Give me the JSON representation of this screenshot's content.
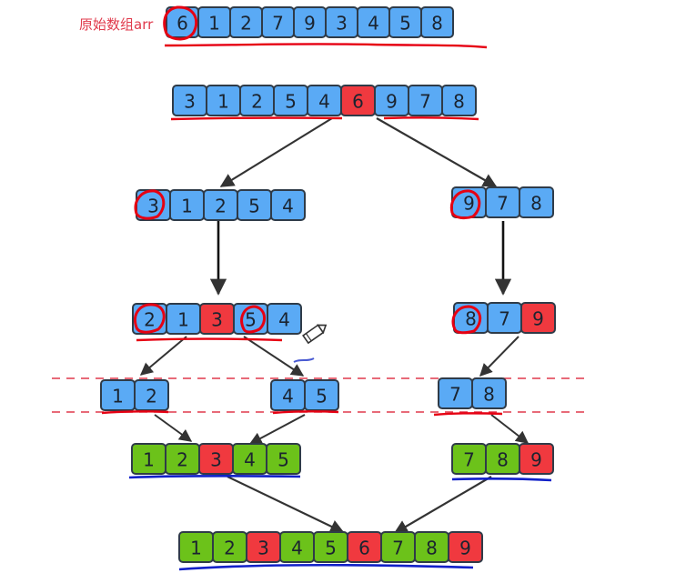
{
  "colors": {
    "blue": "#5aaaf5",
    "red": "#f0393f",
    "green": "#6cc21a",
    "ink": "#2f3b48",
    "marker_red": "#e60012",
    "marker_blue": "#1020c8",
    "dashed": "#e0394b",
    "label": "#e0394b"
  },
  "title": "原始数组arr",
  "arrays": [
    {
      "name": "original",
      "values": [
        "6",
        "1",
        "2",
        "7",
        "9",
        "3",
        "4",
        "5",
        "8"
      ],
      "colors": [
        "blue",
        "blue",
        "blue",
        "blue",
        "blue",
        "blue",
        "blue",
        "blue",
        "blue"
      ]
    },
    {
      "name": "level1",
      "values": [
        "3",
        "1",
        "2",
        "5",
        "4",
        "6",
        "9",
        "7",
        "8"
      ],
      "colors": [
        "blue",
        "blue",
        "blue",
        "blue",
        "blue",
        "red",
        "blue",
        "blue",
        "blue"
      ]
    },
    {
      "name": "left-level2",
      "values": [
        "3",
        "1",
        "2",
        "5",
        "4"
      ],
      "colors": [
        "blue",
        "blue",
        "blue",
        "blue",
        "blue"
      ]
    },
    {
      "name": "right-level2",
      "values": [
        "9",
        "7",
        "8"
      ],
      "colors": [
        "blue",
        "blue",
        "blue"
      ]
    },
    {
      "name": "left-level3",
      "values": [
        "2",
        "1",
        "3",
        "5",
        "4"
      ],
      "colors": [
        "blue",
        "blue",
        "red",
        "blue",
        "blue"
      ]
    },
    {
      "name": "right-level3",
      "values": [
        "8",
        "7",
        "9"
      ],
      "colors": [
        "blue",
        "blue",
        "red"
      ]
    },
    {
      "name": "left-left-level4",
      "values": [
        "1",
        "2"
      ],
      "colors": [
        "blue",
        "blue"
      ]
    },
    {
      "name": "left-right-level4",
      "values": [
        "4",
        "5"
      ],
      "colors": [
        "blue",
        "blue"
      ]
    },
    {
      "name": "right-level4",
      "values": [
        "7",
        "8"
      ],
      "colors": [
        "blue",
        "blue"
      ]
    },
    {
      "name": "left-merged",
      "values": [
        "1",
        "2",
        "3",
        "4",
        "5"
      ],
      "colors": [
        "green",
        "green",
        "red",
        "green",
        "green"
      ]
    },
    {
      "name": "right-merged",
      "values": [
        "7",
        "8",
        "9"
      ],
      "colors": [
        "green",
        "green",
        "red"
      ]
    },
    {
      "name": "final",
      "values": [
        "1",
        "2",
        "3",
        "4",
        "5",
        "6",
        "7",
        "8",
        "9"
      ],
      "colors": [
        "green",
        "green",
        "red",
        "green",
        "green",
        "red",
        "green",
        "green",
        "red"
      ]
    }
  ],
  "icons": {
    "pencil": "pencil-cursor-icon"
  }
}
